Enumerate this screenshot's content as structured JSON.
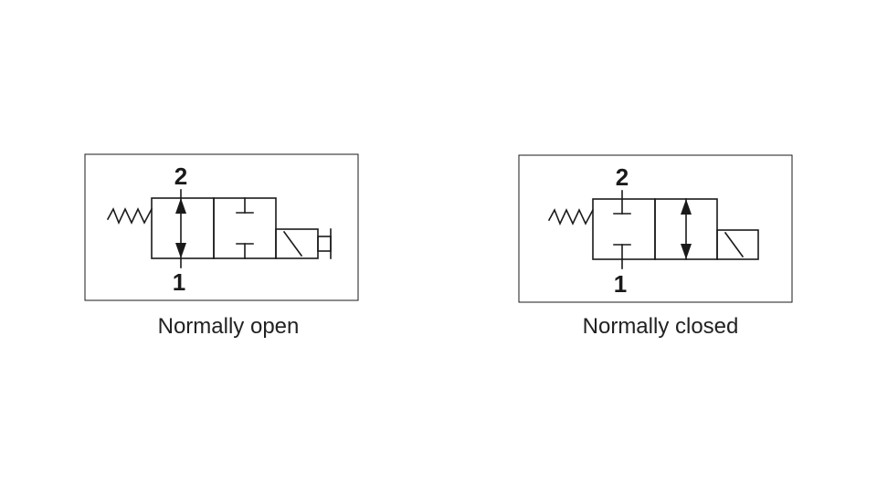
{
  "diagrams": [
    {
      "caption": "Normally open",
      "port_top": "2",
      "port_bottom": "1"
    },
    {
      "caption": "Normally closed",
      "port_top": "2",
      "port_bottom": "1"
    }
  ],
  "colors": {
    "stroke": "#1a1a1a",
    "background": "#ffffff"
  }
}
